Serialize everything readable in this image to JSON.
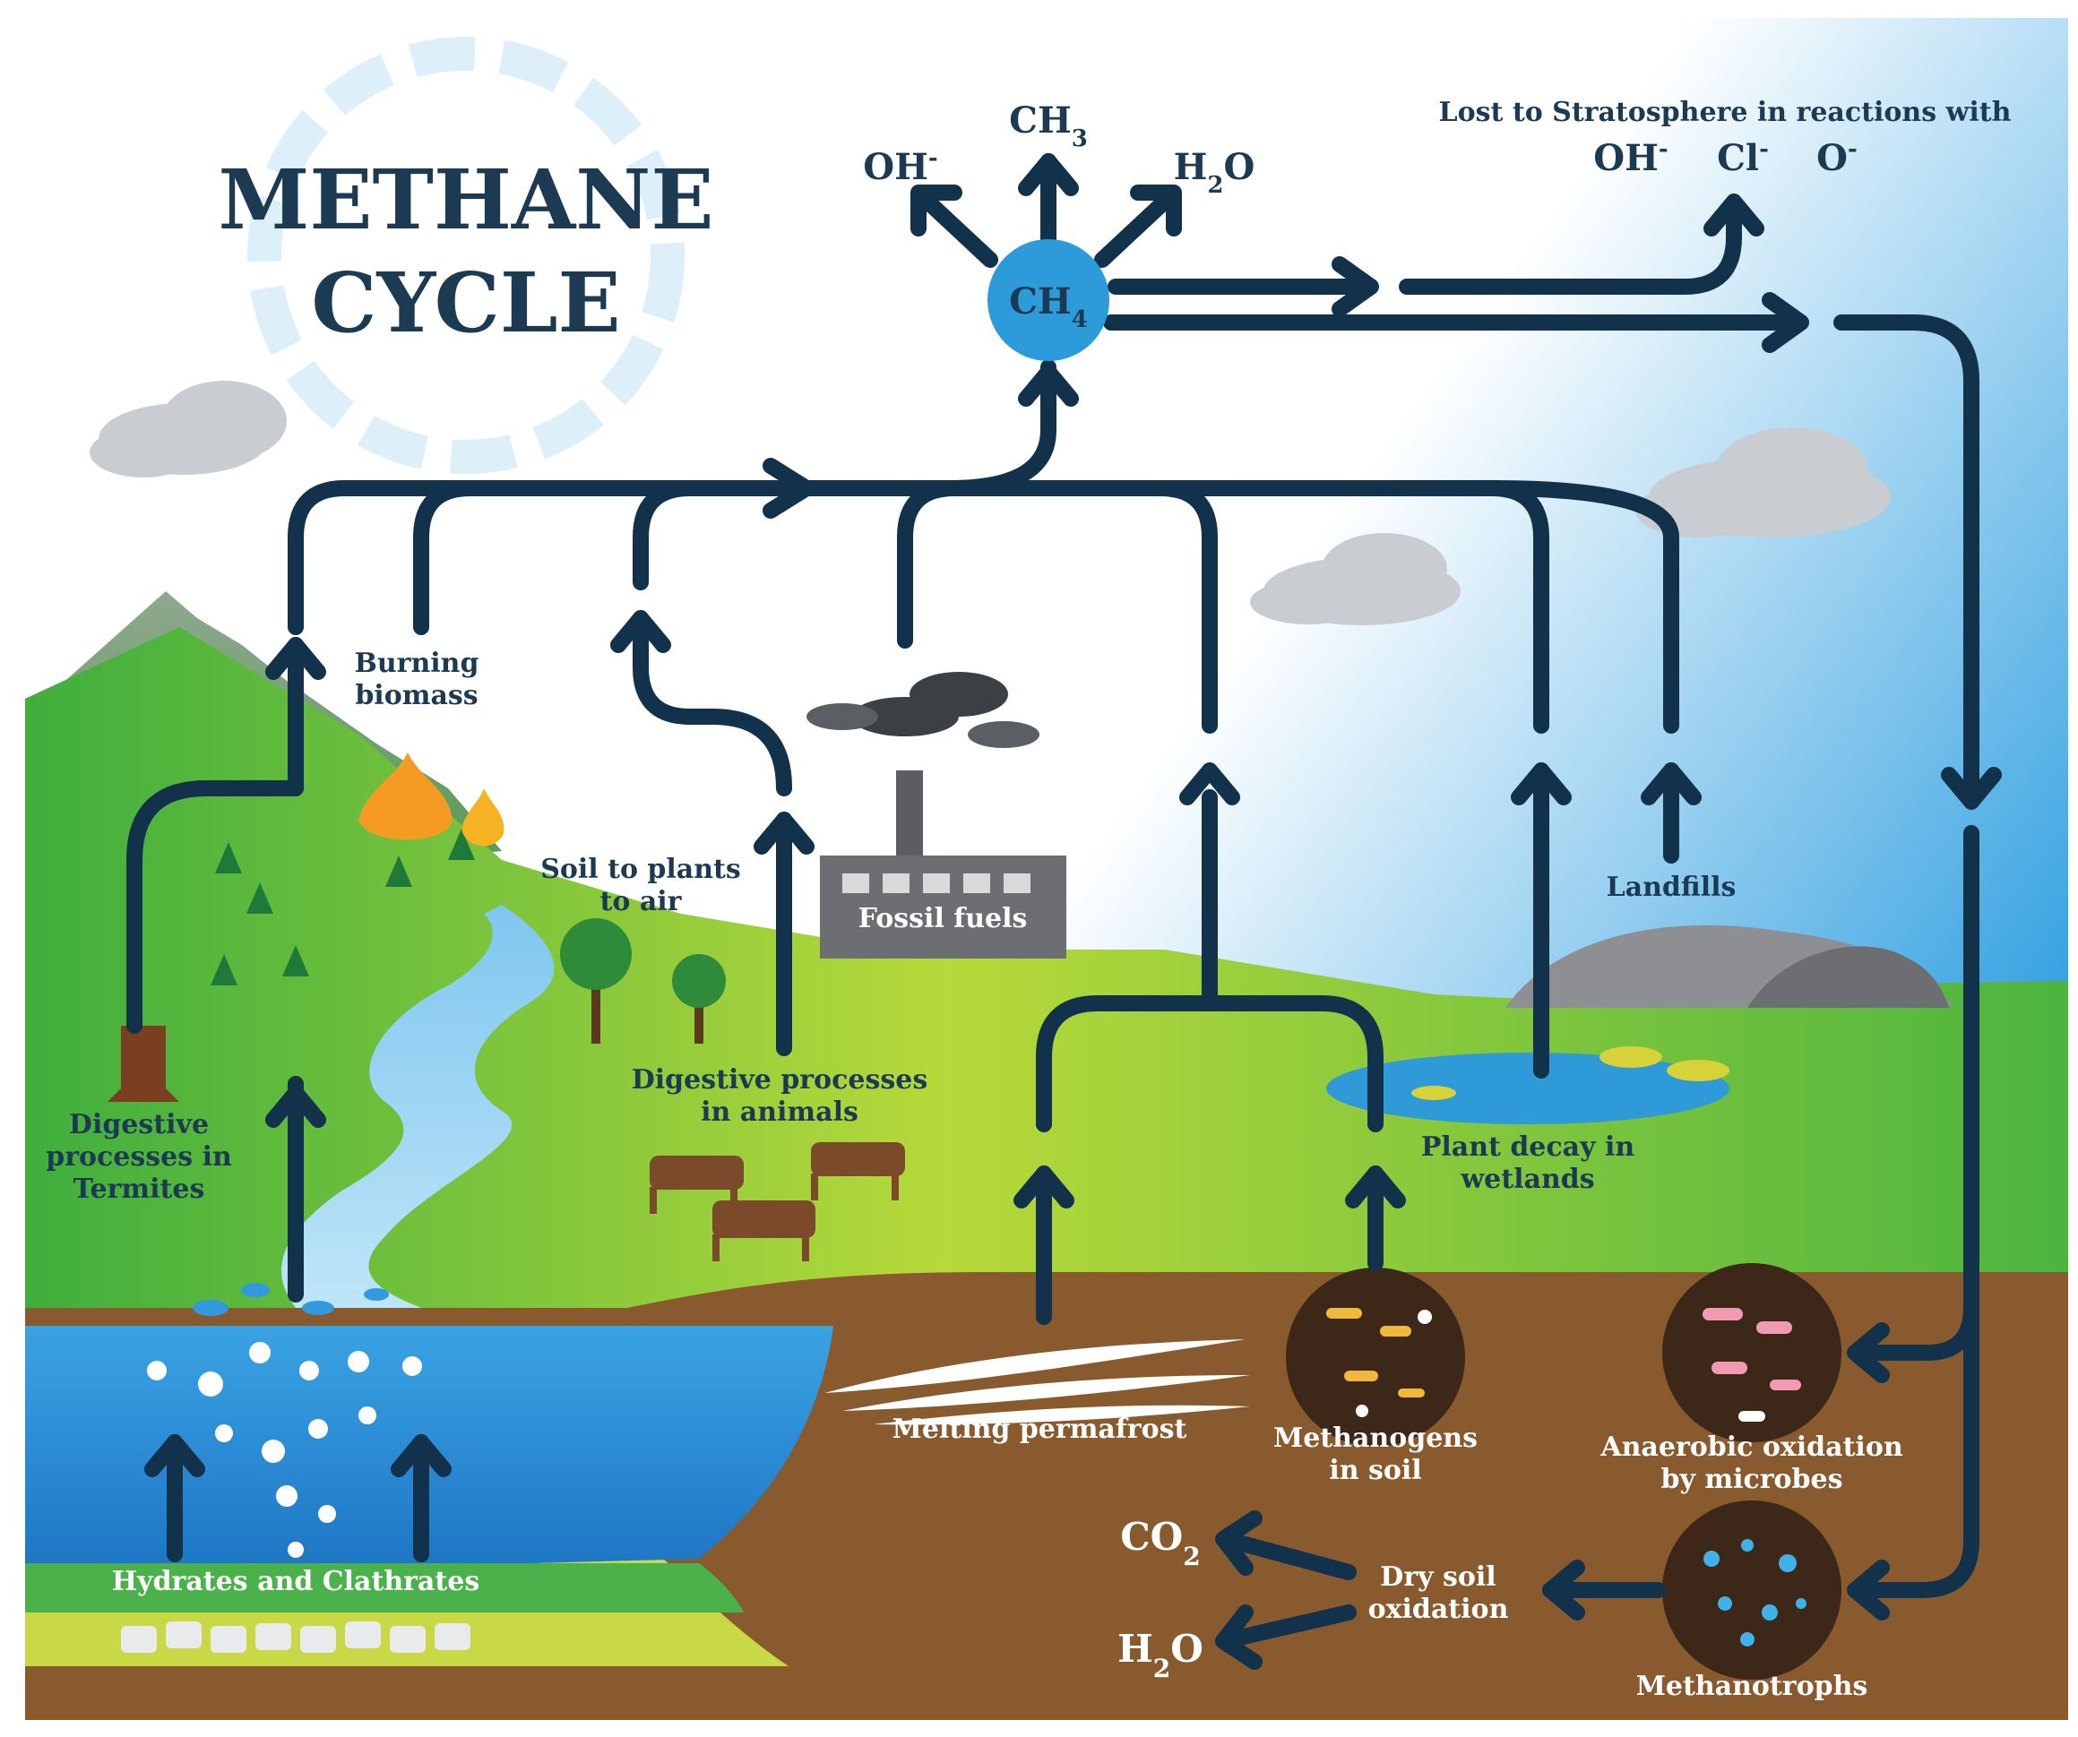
{
  "title": {
    "line1": "METHANE",
    "line2": "CYCLE"
  },
  "central_node": {
    "label": "CH",
    "sub": "4"
  },
  "top_products": [
    {
      "label": "OH",
      "sup": "-"
    },
    {
      "label": "CH",
      "sub": "3"
    },
    {
      "label": "H",
      "sub": "2",
      "tail": "O"
    }
  ],
  "stratosphere": {
    "caption": "Lost to Stratosphere in reactions with",
    "species": [
      {
        "label": "OH",
        "sup": "-"
      },
      {
        "label": "Cl",
        "sup": "-"
      },
      {
        "label": "O",
        "sup": "-"
      }
    ]
  },
  "sources": [
    {
      "lines": [
        "Burning",
        "biomass"
      ]
    },
    {
      "lines": [
        "Soil to plants",
        "to air"
      ]
    },
    {
      "lines": [
        "Fossil fuels"
      ]
    },
    {
      "lines": [
        "Landfills"
      ]
    },
    {
      "lines": [
        "Digestive",
        "processes in",
        "Termites"
      ]
    },
    {
      "lines": [
        "Digestive processes",
        "in animals"
      ]
    },
    {
      "lines": [
        "Plant decay in",
        "wetlands"
      ]
    },
    {
      "lines": [
        "Hydrates and Clathrates"
      ]
    },
    {
      "lines": [
        "Melting permafrost"
      ]
    },
    {
      "lines": [
        "Methanogens",
        "in soil"
      ]
    },
    {
      "lines": [
        "Anaerobic oxidation",
        "by microbes"
      ]
    },
    {
      "lines": [
        "Methanotrophs"
      ]
    }
  ],
  "sinks": {
    "dry_soil": [
      "Dry soil",
      "oxidation"
    ],
    "co2": {
      "label": "CO",
      "sub": "2"
    },
    "h2o": {
      "label": "H",
      "sub": "2",
      "tail": "O"
    }
  },
  "colors": {
    "arrow": "#11324a",
    "title": "#1c3b53",
    "ch4_node": "#2d9ad9",
    "sky": "#49a9e0",
    "grass": "#7cc63a",
    "soil": "#8a5a2f",
    "water": "#2b8fd6"
  }
}
